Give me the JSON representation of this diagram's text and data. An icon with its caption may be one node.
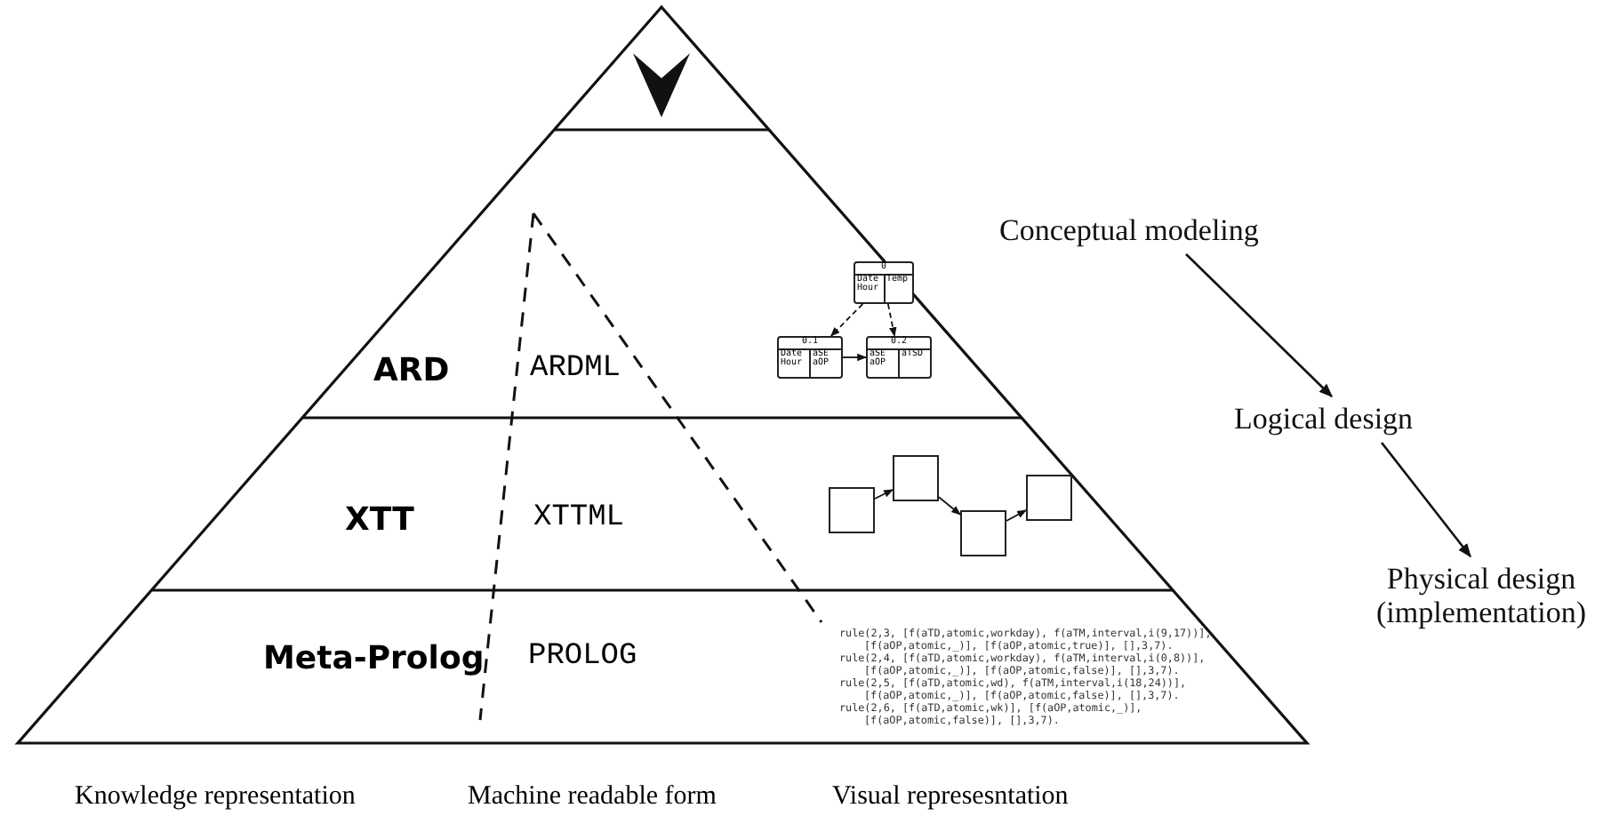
{
  "diagram": {
    "nodes": [
      {
        "text": [
          "0",
          "Date Hour",
          "Temp"
        ]
      },
      {
        "text": [
          "0.1",
          "Date Hour",
          "aSE aOP"
        ]
      },
      {
        "text": [
          "0.2",
          "aSE aOP",
          "aTSD"
        ]
      },
      {
        "text": [],
        "shape": "box"
      },
      {
        "text": [],
        "shape": "box"
      },
      {
        "text": [],
        "shape": "box"
      },
      {
        "text": [],
        "shape": "box"
      },
      {
        "text": [
          "Conceptual modeling"
        ]
      },
      {
        "text": [
          "Logical design"
        ]
      },
      {
        "text": [
          "Physical design (implementation)"
        ]
      }
    ],
    "edges": [
      {
        "from": 0,
        "to": 1,
        "arrow": "to",
        "style": "dashed"
      },
      {
        "from": 0,
        "to": 2,
        "arrow": "to",
        "style": "dashed"
      },
      {
        "from": 1,
        "to": 2,
        "arrow": "to"
      },
      {
        "from": 3,
        "to": 4,
        "arrow": "to"
      },
      {
        "from": 4,
        "to": 5,
        "arrow": "to"
      },
      {
        "from": 5,
        "to": 6,
        "arrow": "to"
      },
      {
        "from": 7,
        "to": 8,
        "arrow": "to"
      },
      {
        "from": 8,
        "to": 9,
        "arrow": "to"
      }
    ],
    "labels": [
      "ARD",
      "ARDML",
      "XTT",
      "XTTML",
      "Meta-Prolog",
      "PROLOG",
      "rule(2,3, [f(aTD,atomic,workday), f(aTM,interval,i(9,17))], [f(aOP,atomic,_)], [f(aOP,atomic,true)], [],3,7).",
      "rule(2,4, [f(aTD,atomic,workday), f(aTM,interval,i(0,8))], [f(aOP,atomic,_)], [f(aOP,atomic,false)], [],3,7).",
      "rule(2,5, [f(aTD,atomic,wd), f(aTM,interval,i(18,24))], [f(aOP,atomic,_)], [f(aOP,atomic,false)], [],3,7).",
      "rule(2,6, [f(aTD,atomic,wk)], [f(aOP,atomic,_)], [f(aOP,atomic,false)], [],3,7).",
      "Knowledge representation",
      "Machine readable form",
      "Visual represesntation"
    ]
  }
}
